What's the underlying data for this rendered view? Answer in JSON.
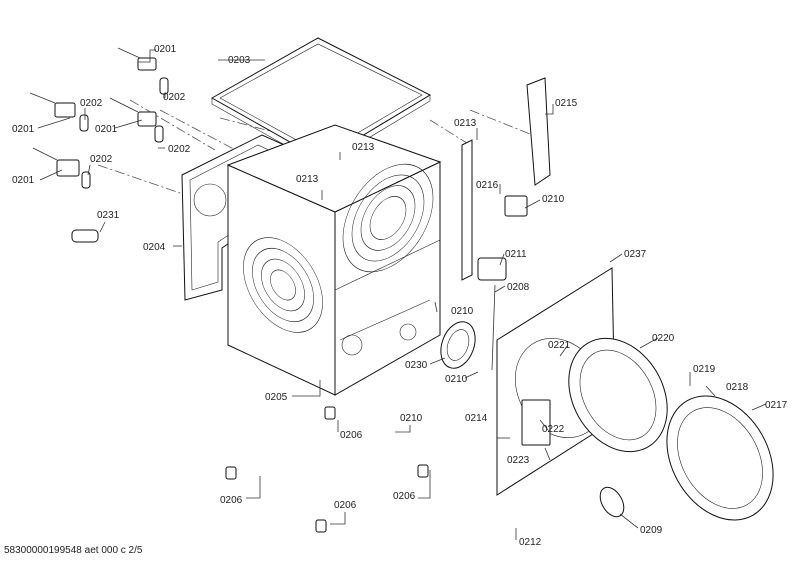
{
  "footer": {
    "doc_code": "58300000199548 aet 000 c 2/5"
  },
  "callouts": {
    "p0201a": "0201",
    "p0201b": "0201",
    "p0201c": "0201",
    "p0201d": "0201",
    "p0202a": "0202",
    "p0202b": "0202",
    "p0202c": "0202",
    "p0202d": "0202",
    "p0203": "0203",
    "p0204": "0204",
    "p0205": "0205",
    "p0206a": "0206",
    "p0206b": "0206",
    "p0206c": "0206",
    "p0206d": "0206",
    "p0208": "0208",
    "p0209": "0209",
    "p0210a": "0210",
    "p0210b": "0210",
    "p0210c": "0210",
    "p0210d": "0210",
    "p0211": "0211",
    "p0212": "0212",
    "p0213a": "0213",
    "p0213b": "0213",
    "p0213c": "0213",
    "p0214": "0214",
    "p0215": "0215",
    "p0216": "0216",
    "p0217": "0217",
    "p0218": "0218",
    "p0219": "0219",
    "p0220": "0220",
    "p0221": "0221",
    "p0222": "0222",
    "p0223": "0223",
    "p0230": "0230",
    "p0231": "0231",
    "p0237": "0237"
  }
}
